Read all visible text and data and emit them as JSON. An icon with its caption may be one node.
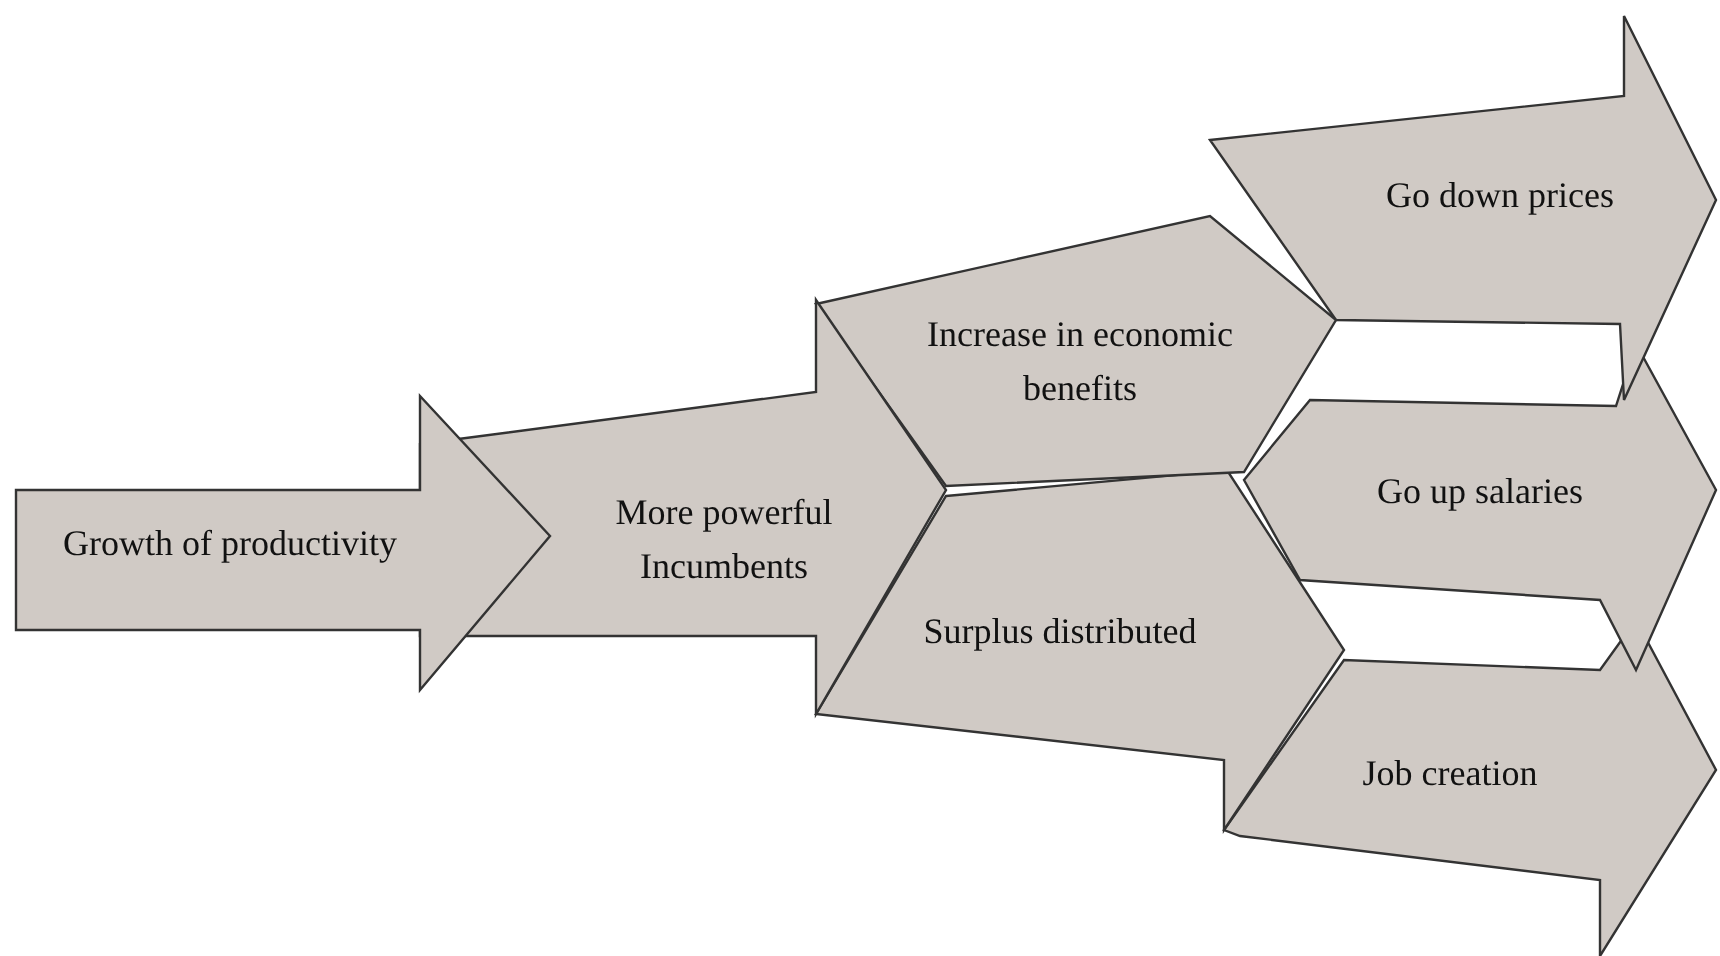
{
  "diagram": {
    "nodes": [
      {
        "text": [
          "Growth of productivity"
        ]
      },
      {
        "text": [
          "More powerful Incumbents"
        ]
      },
      {
        "text": [
          "Increase in economic benefits"
        ]
      },
      {
        "text": [
          "Surplus distributed"
        ]
      },
      {
        "text": [
          "Go down prices"
        ]
      },
      {
        "text": [
          "Go up salaries"
        ]
      },
      {
        "text": [
          "Job creation"
        ]
      }
    ]
  }
}
